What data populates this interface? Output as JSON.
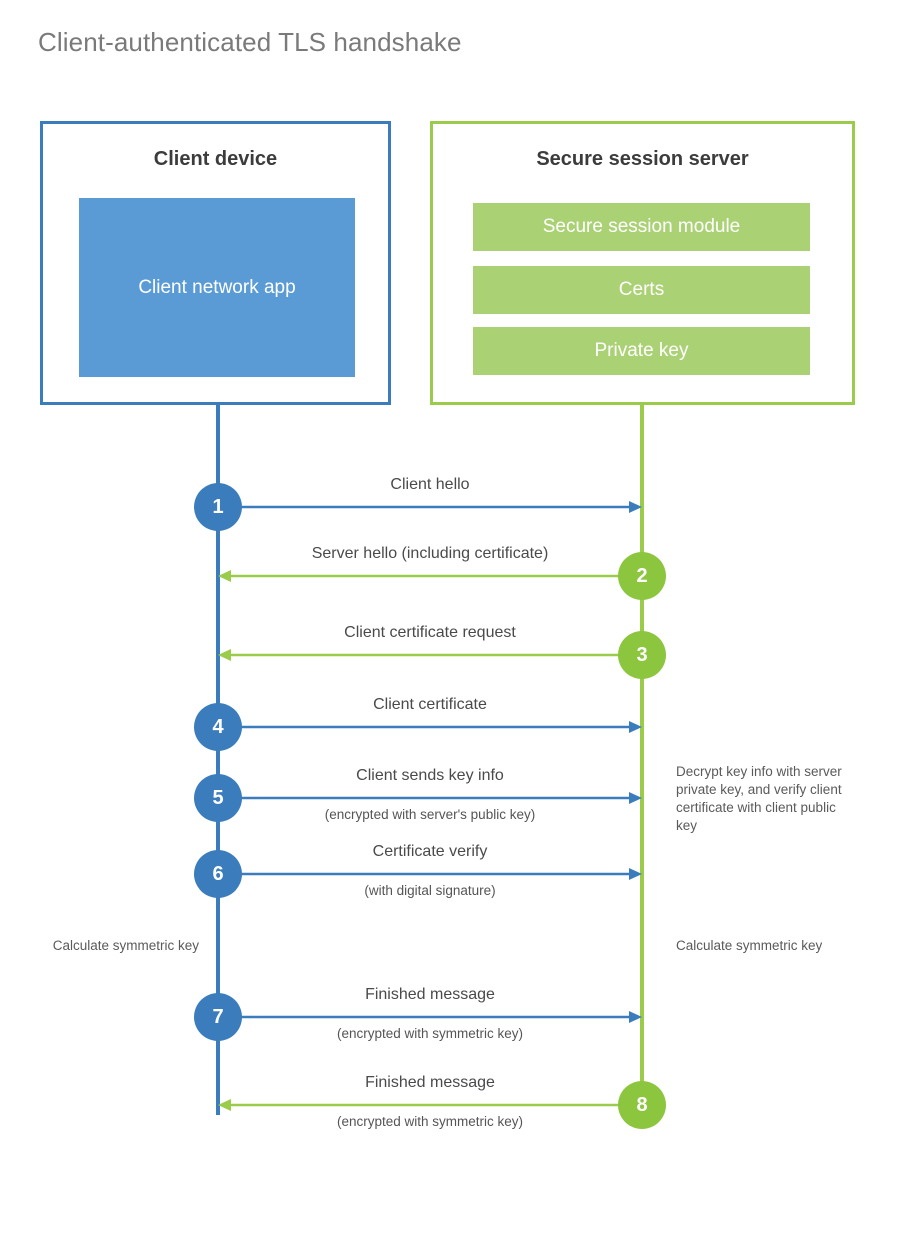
{
  "title": "Client-authenticated TLS handshake",
  "colors": {
    "client_blue": "#3b7cbd",
    "client_app_fill": "#5b9bd5",
    "server_green": "#9acb4b",
    "server_bar_fill": "#aad275",
    "step_blue": "#3b7cbd",
    "step_green": "#8cc63f",
    "title_gray": "#7a7a7a",
    "text_gray": "#4a4a4a"
  },
  "client": {
    "title": "Client device",
    "app_label": "Client network app"
  },
  "server": {
    "title": "Secure session server",
    "components": [
      "Secure session module",
      "Certs",
      "Private key"
    ]
  },
  "messages": [
    {
      "number": "1",
      "label": "Client hello",
      "sub": "",
      "direction": "client-to-server",
      "side": "client"
    },
    {
      "number": "2",
      "label": "Server hello (including certificate)",
      "sub": "",
      "direction": "server-to-client",
      "side": "server"
    },
    {
      "number": "3",
      "label": "Client certificate request",
      "sub": "",
      "direction": "server-to-client",
      "side": "server"
    },
    {
      "number": "4",
      "label": "Client certificate",
      "sub": "",
      "direction": "client-to-server",
      "side": "client"
    },
    {
      "number": "5",
      "label": "Client sends key info",
      "sub": "(encrypted with server's public key)",
      "direction": "client-to-server",
      "side": "client"
    },
    {
      "number": "6",
      "label": "Certificate verify",
      "sub": "(with digital signature)",
      "direction": "client-to-server",
      "side": "client"
    },
    {
      "number": "7",
      "label": "Finished message",
      "sub": "(encrypted with symmetric key)",
      "direction": "client-to-server",
      "side": "client"
    },
    {
      "number": "8",
      "label": "Finished message",
      "sub": "(encrypted with symmetric key)",
      "direction": "server-to-client",
      "side": "server"
    }
  ],
  "notes": {
    "server_decrypt": "Decrypt key info with server private key, and verify client certificate with client public key",
    "client_calculate": "Calculate symmetric key",
    "server_calculate": "Calculate symmetric key"
  }
}
